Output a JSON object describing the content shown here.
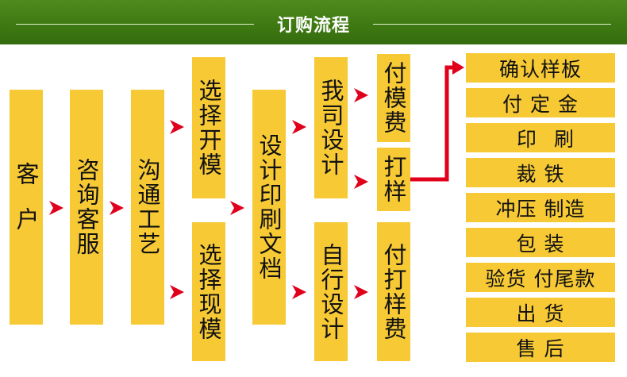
{
  "title": "订购流程",
  "colors": {
    "banner": "#3e7a12",
    "box": "#f6c935",
    "arrow": "#e0001b",
    "text": "#111111"
  },
  "nodes": {
    "customer": "客户",
    "consult": "咨询客服",
    "communicate": "沟通工艺",
    "new_mold": "选择开模",
    "existing_mold": "选择现模",
    "design_print": "设计印刷文档",
    "we_design": "我司设计",
    "self_design": "自行设计",
    "mold_fee": "付模费",
    "sample": "打样",
    "sample_fee": "付打样费"
  },
  "steps": [
    "确认样板",
    "付 定 金",
    "印  刷",
    "裁 铁",
    "冲压 制造",
    "包 装",
    "验货 付尾款",
    "出 货",
    "售 后"
  ]
}
